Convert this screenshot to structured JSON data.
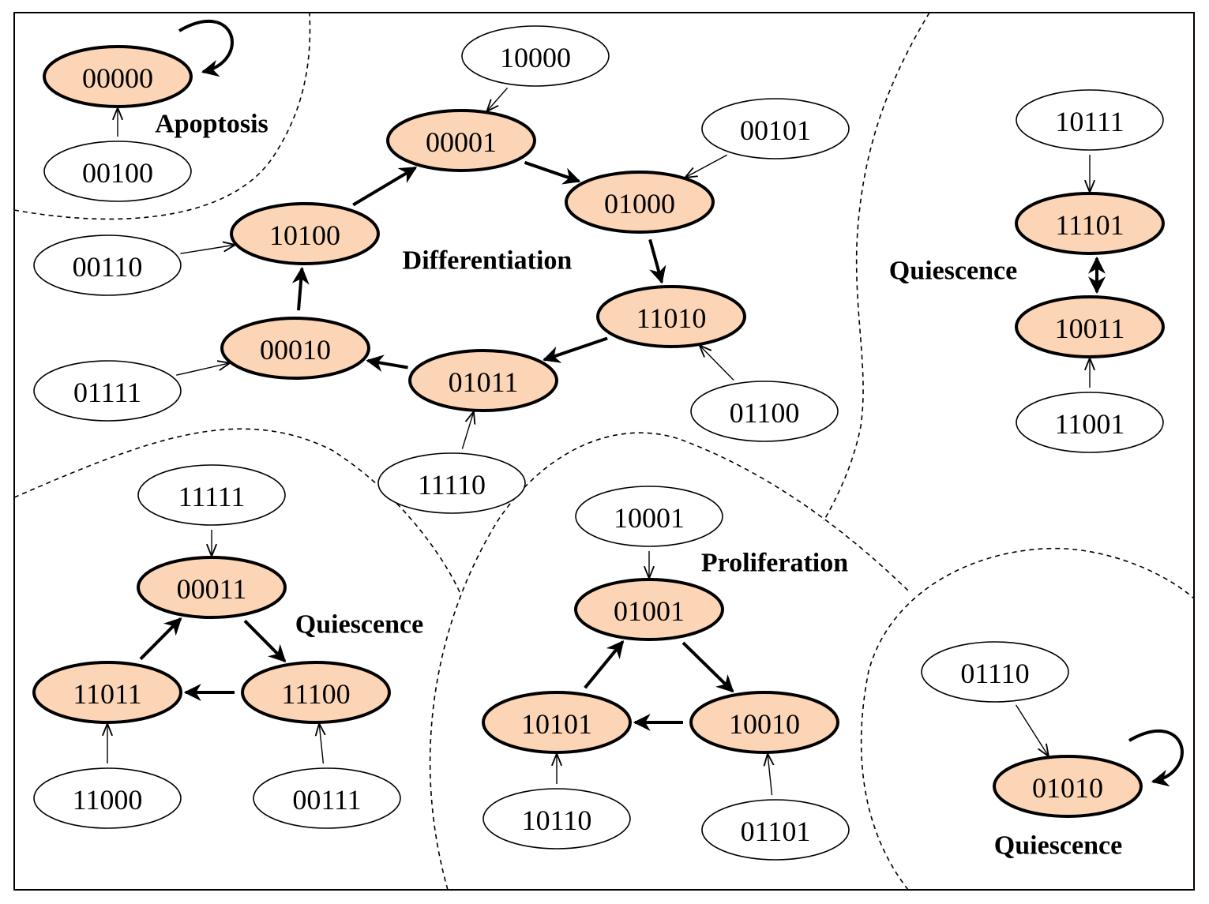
{
  "regions": [
    {
      "id": "apoptosis",
      "label": "Apoptosis"
    },
    {
      "id": "differentiation",
      "label": "Differentiation"
    },
    {
      "id": "quiescence_right",
      "label": "Quiescence"
    },
    {
      "id": "quiescence_left",
      "label": "Quiescence"
    },
    {
      "id": "proliferation",
      "label": "Proliferation"
    },
    {
      "id": "quiescence_bottom",
      "label": "Quiescence"
    }
  ],
  "states": [
    {
      "id": "00000",
      "label": "00000",
      "attractor": true
    },
    {
      "id": "00100",
      "label": "00100",
      "attractor": false
    },
    {
      "id": "10000",
      "label": "10000",
      "attractor": false
    },
    {
      "id": "00001",
      "label": "00001",
      "attractor": true
    },
    {
      "id": "00101",
      "label": "00101",
      "attractor": false
    },
    {
      "id": "01000",
      "label": "01000",
      "attractor": true
    },
    {
      "id": "10100",
      "label": "10100",
      "attractor": true
    },
    {
      "id": "00110",
      "label": "00110",
      "attractor": false
    },
    {
      "id": "11010",
      "label": "11010",
      "attractor": true
    },
    {
      "id": "00010",
      "label": "00010",
      "attractor": true
    },
    {
      "id": "01111",
      "label": "01111",
      "attractor": false
    },
    {
      "id": "01011",
      "label": "01011",
      "attractor": true
    },
    {
      "id": "01100",
      "label": "01100",
      "attractor": false
    },
    {
      "id": "11110",
      "label": "11110",
      "attractor": false
    },
    {
      "id": "10111",
      "label": "10111",
      "attractor": false
    },
    {
      "id": "11101",
      "label": "11101",
      "attractor": true
    },
    {
      "id": "10011",
      "label": "10011",
      "attractor": true
    },
    {
      "id": "11001",
      "label": "11001",
      "attractor": false
    },
    {
      "id": "11111",
      "label": "11111",
      "attractor": false
    },
    {
      "id": "00011",
      "label": "00011",
      "attractor": true
    },
    {
      "id": "11011",
      "label": "11011",
      "attractor": true
    },
    {
      "id": "11100",
      "label": "11100",
      "attractor": true
    },
    {
      "id": "11000",
      "label": "11000",
      "attractor": false
    },
    {
      "id": "00111",
      "label": "00111",
      "attractor": false
    },
    {
      "id": "10001",
      "label": "10001",
      "attractor": false
    },
    {
      "id": "01001",
      "label": "01001",
      "attractor": true
    },
    {
      "id": "10101",
      "label": "10101",
      "attractor": true
    },
    {
      "id": "10010",
      "label": "10010",
      "attractor": true
    },
    {
      "id": "10110",
      "label": "10110",
      "attractor": false
    },
    {
      "id": "01101",
      "label": "01101",
      "attractor": false
    },
    {
      "id": "01110",
      "label": "01110",
      "attractor": false
    },
    {
      "id": "01010",
      "label": "01010",
      "attractor": true
    }
  ],
  "transitions": [
    {
      "from": "00100",
      "to": "00000",
      "attractor": false
    },
    {
      "from": "00000",
      "to": "00000",
      "attractor": true
    },
    {
      "from": "10000",
      "to": "00001",
      "attractor": false
    },
    {
      "from": "00101",
      "to": "01000",
      "attractor": false
    },
    {
      "from": "00110",
      "to": "10100",
      "attractor": false
    },
    {
      "from": "01111",
      "to": "00010",
      "attractor": false
    },
    {
      "from": "01100",
      "to": "11010",
      "attractor": false
    },
    {
      "from": "11110",
      "to": "01011",
      "attractor": false
    },
    {
      "from": "10100",
      "to": "00001",
      "attractor": true
    },
    {
      "from": "00001",
      "to": "01000",
      "attractor": true
    },
    {
      "from": "01000",
      "to": "11010",
      "attractor": true
    },
    {
      "from": "11010",
      "to": "01011",
      "attractor": true
    },
    {
      "from": "01011",
      "to": "00010",
      "attractor": true
    },
    {
      "from": "00010",
      "to": "10100",
      "attractor": true
    },
    {
      "from": "10111",
      "to": "11101",
      "attractor": false
    },
    {
      "from": "11001",
      "to": "10011",
      "attractor": false
    },
    {
      "from": "11101",
      "to": "10011",
      "attractor": true
    },
    {
      "from": "10011",
      "to": "11101",
      "attractor": true
    },
    {
      "from": "11111",
      "to": "00011",
      "attractor": false
    },
    {
      "from": "11000",
      "to": "11011",
      "attractor": false
    },
    {
      "from": "00111",
      "to": "11100",
      "attractor": false
    },
    {
      "from": "00011",
      "to": "11100",
      "attractor": true
    },
    {
      "from": "11100",
      "to": "11011",
      "attractor": true
    },
    {
      "from": "11011",
      "to": "00011",
      "attractor": true
    },
    {
      "from": "10001",
      "to": "01001",
      "attractor": false
    },
    {
      "from": "10110",
      "to": "10101",
      "attractor": false
    },
    {
      "from": "01101",
      "to": "10010",
      "attractor": false
    },
    {
      "from": "01001",
      "to": "10010",
      "attractor": true
    },
    {
      "from": "10010",
      "to": "10101",
      "attractor": true
    },
    {
      "from": "10101",
      "to": "01001",
      "attractor": true
    },
    {
      "from": "01110",
      "to": "01010",
      "attractor": false
    },
    {
      "from": "01010",
      "to": "01010",
      "attractor": true
    }
  ]
}
